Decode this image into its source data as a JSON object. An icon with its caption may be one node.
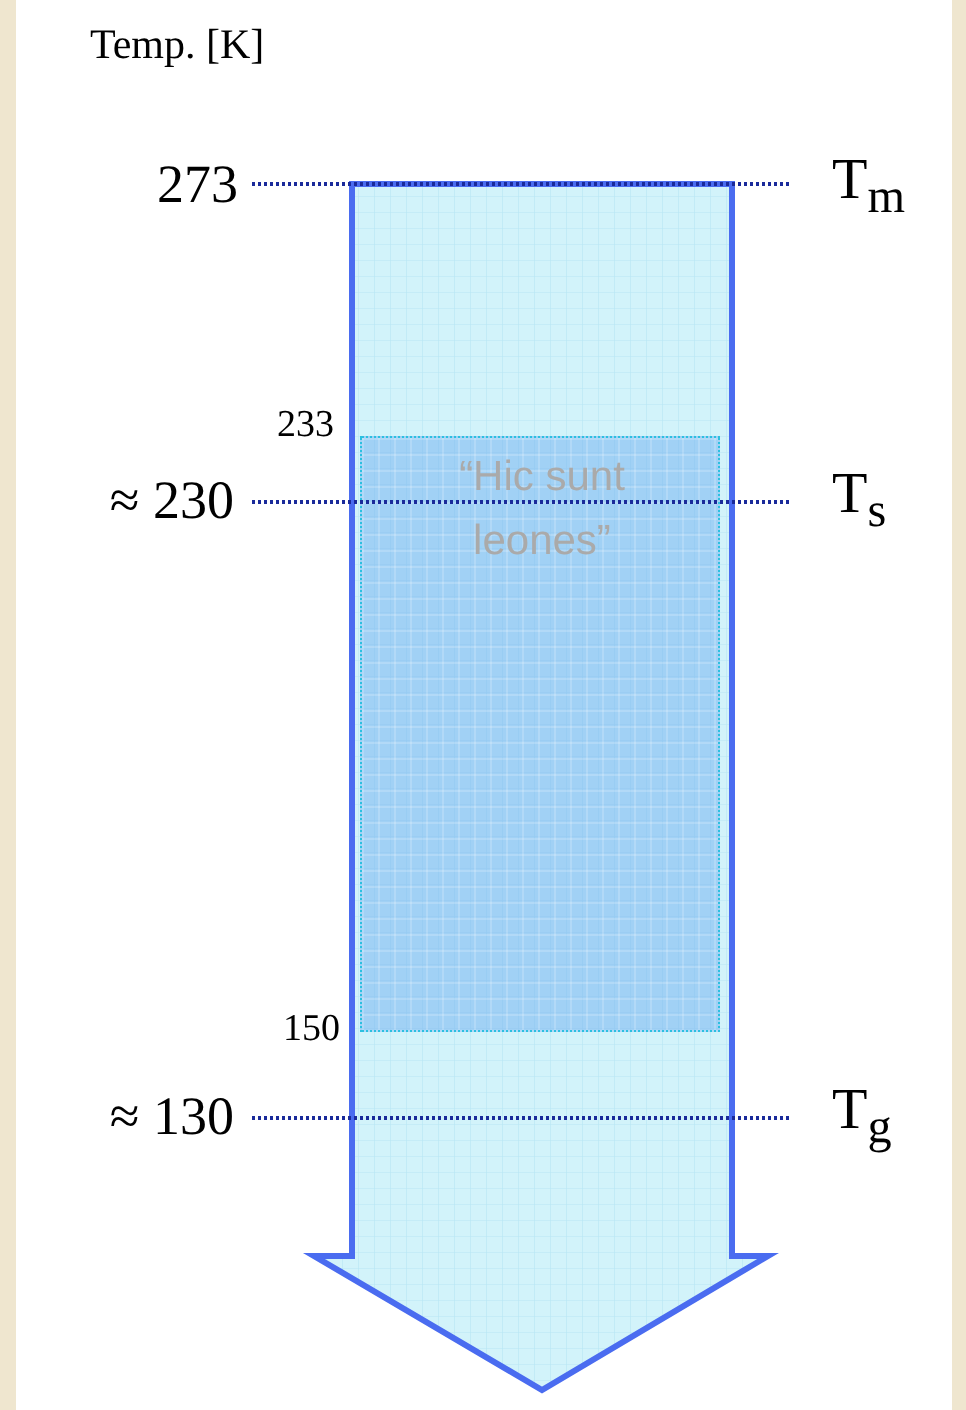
{
  "diagram": {
    "nodes": [
      {
        "text": [
          "“Hic sunt leones”"
        ]
      }
    ],
    "labels": [
      "Temp. [K]",
      "273",
      "T$_{m}$",
      "233",
      "≈ 230",
      "T$_{s}$",
      "150",
      "≈ 130",
      "T$_{g}$"
    ]
  }
}
